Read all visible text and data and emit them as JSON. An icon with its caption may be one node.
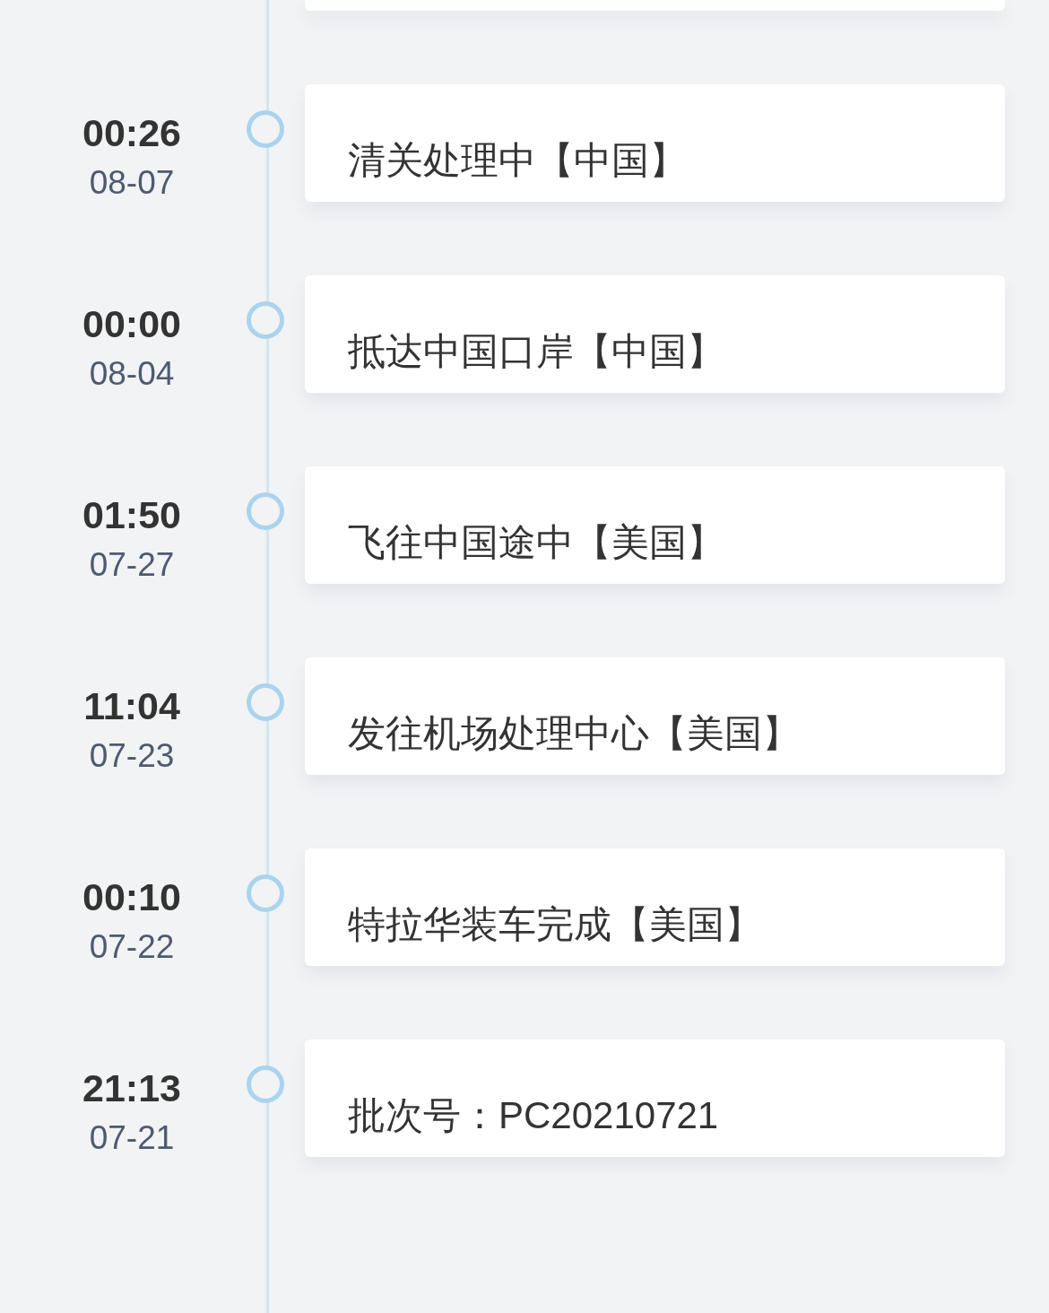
{
  "diagram": {
    "nodes": [
      {
        "text": [],
        "shape": "box"
      },
      {
        "text": [
          "清关处理中【中国】"
        ],
        "beside": [
          "00:26",
          "08-07"
        ]
      },
      {
        "text": [
          "抵达中国口岸【中国】"
        ],
        "beside": [
          "00:00",
          "08-04"
        ]
      },
      {
        "text": [
          "飞往中国途中【美国】"
        ],
        "beside": [
          "01:50",
          "07-27"
        ]
      },
      {
        "text": [
          "发往机场处理中心【美国】"
        ],
        "beside": [
          "11:04",
          "07-23"
        ]
      },
      {
        "text": [
          "特拉华装车完成【美国】"
        ],
        "beside": [
          "00:10",
          "07-22"
        ]
      },
      {
        "text": [
          "批次号：PC20210721"
        ],
        "beside": [
          "21:13",
          "07-21"
        ]
      }
    ]
  }
}
